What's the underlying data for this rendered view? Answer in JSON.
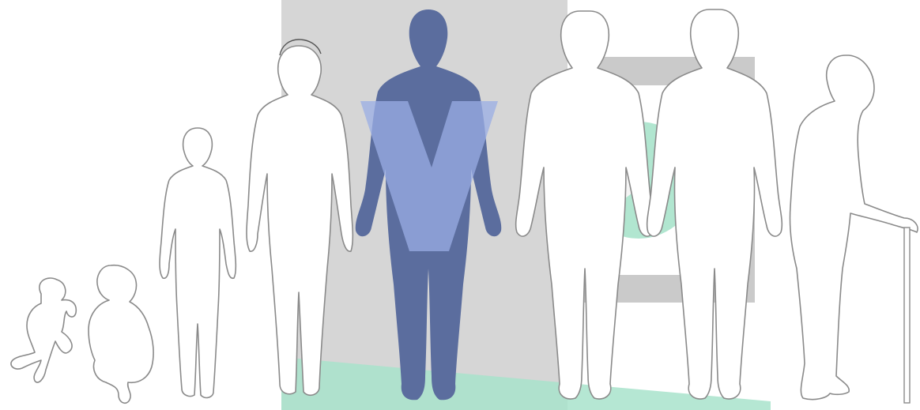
{
  "scene": {
    "stages": [
      {
        "id": "newborn",
        "highlighted": false
      },
      {
        "id": "toddler",
        "highlighted": false
      },
      {
        "id": "child",
        "highlighted": false
      },
      {
        "id": "adolescent",
        "highlighted": false
      },
      {
        "id": "young-adult",
        "highlighted": true
      },
      {
        "id": "adult",
        "highlighted": false
      },
      {
        "id": "middle-aged",
        "highlighted": false
      },
      {
        "id": "elderly",
        "highlighted": false
      }
    ],
    "colors": {
      "background": "#ffffff",
      "outline": "#8a8a8a",
      "highlight_figure": "#5b6d9e",
      "gray_panel": "#cfcfcf",
      "accent_green": "#9ee0c6",
      "accent_blue": "#8fa4db",
      "frame_gray": "#c7c7c7"
    },
    "icons": [
      "v-shape-logo",
      "play-icon",
      "cane-icon"
    ]
  }
}
